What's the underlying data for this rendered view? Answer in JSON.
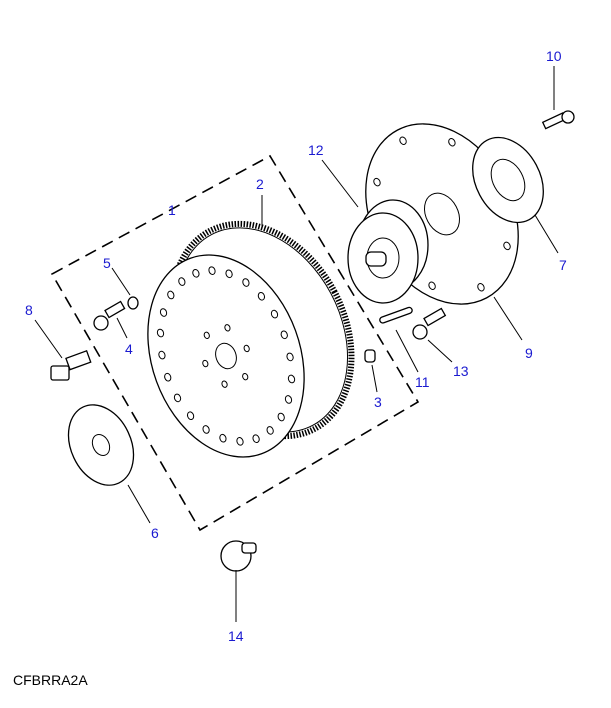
{
  "diagram_code": "CFBRRA2A",
  "callouts": [
    {
      "id": "1",
      "label": "1"
    },
    {
      "id": "2",
      "label": "2"
    },
    {
      "id": "3",
      "label": "3"
    },
    {
      "id": "4",
      "label": "4"
    },
    {
      "id": "5",
      "label": "5"
    },
    {
      "id": "6",
      "label": "6"
    },
    {
      "id": "7",
      "label": "7"
    },
    {
      "id": "8",
      "label": "8"
    },
    {
      "id": "9",
      "label": "9"
    },
    {
      "id": "10",
      "label": "10"
    },
    {
      "id": "11",
      "label": "11"
    },
    {
      "id": "12",
      "label": "12"
    },
    {
      "id": "13",
      "label": "13"
    },
    {
      "id": "14",
      "label": "14"
    }
  ],
  "colors": {
    "callout": "#1a1ad0",
    "line": "#000000"
  }
}
